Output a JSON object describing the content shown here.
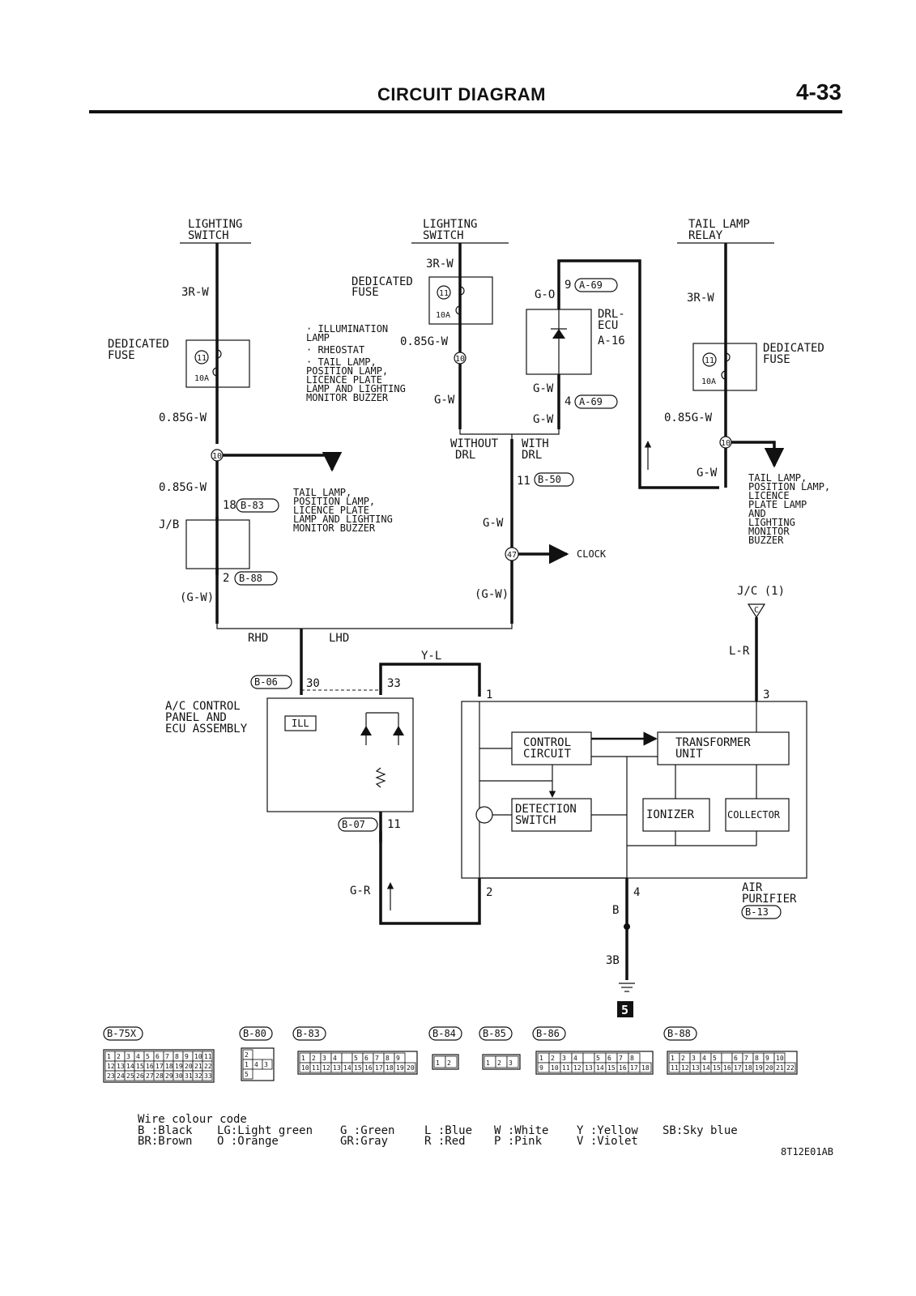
{
  "header": {
    "title": "CIRCUIT DIAGRAM",
    "page": "4-33"
  },
  "left": {
    "switch": [
      "LIGHTING",
      "SWITCH"
    ],
    "wire_top": "3R-W",
    "fuse_label": [
      "DEDICATED",
      "FUSE"
    ],
    "fuse_no": "11",
    "fuse_amp": "10A",
    "wire_mid": "0.85G-W",
    "splice": "10",
    "arrow_dest": [
      "TAIL LAMP,",
      "POSITION LAMP,",
      "LICENCE PLATE",
      "LAMP AND LIGHTING",
      "MONITOR BUZZER"
    ],
    "wire_low": "0.85G-W",
    "pin_top": "18",
    "conn_top": "B-83",
    "jb": "J/B",
    "pin_bot": "2",
    "conn_bot": "B-88",
    "wire_bot": "(G-W)"
  },
  "center": {
    "switch": [
      "LIGHTING",
      "SWITCH"
    ],
    "wire_top": "3R-W",
    "fuse_label": [
      "DEDICATED",
      "FUSE"
    ],
    "fuse_no": "11",
    "fuse_amp": "10A",
    "wire_mid": "0.85G-W",
    "splice": "10",
    "arrow_dest": [
      "· ILLUMINATION",
      "  LAMP",
      "· RHEOSTAT",
      "· TAIL LAMP,",
      "  POSITION LAMP,",
      "  LICENCE PLATE",
      "  LAMP AND LIGHTING",
      "  MONITOR BUZZER"
    ],
    "wire_gw": "G-W",
    "drl_wire_top": "G-O",
    "drl_pin_top": "9",
    "drl_conn": "A-69",
    "drl_name": [
      "DRL-",
      "ECU",
      "A-16"
    ],
    "drl_wire_b": "G-W",
    "drl_pin_bot": "4",
    "drl_wire_c": "G-W",
    "without": [
      "WITHOUT",
      "DRL"
    ],
    "with": [
      "WITH",
      "DRL"
    ],
    "pin_b50": "11",
    "conn_b50": "B-50",
    "wire_b50": "G-W",
    "splice47": "47",
    "clock": "CLOCK",
    "wire_bot": "(G-W)"
  },
  "right": {
    "relay": [
      "TAIL LAMP",
      "RELAY"
    ],
    "wire_top": "3R-W",
    "fuse_label": [
      "DEDICATED",
      "FUSE"
    ],
    "fuse_no": "11",
    "fuse_amp": "10A",
    "wire_mid": "0.85G-W",
    "splice": "10",
    "wire_gw": "G-W",
    "arrow_dest": [
      "TAIL LAMP,",
      "POSITION LAMP,",
      "LICENCE",
      "PLATE LAMP",
      "AND",
      "LIGHTING",
      "MONITOR",
      "BUZZER"
    ],
    "jc": "J/C (1)",
    "jc_letter": "C",
    "wire_lr": "L-R"
  },
  "lower": {
    "rhd": "RHD",
    "lhd": "LHD",
    "conn_b06": "B-06",
    "pin30": "30",
    "pin33": "33",
    "wire_yl": "Y-L",
    "ac_name": [
      "A/C CONTROL",
      "PANEL AND",
      "ECU ASSEMBLY"
    ],
    "ill": "ILL",
    "conn_b07": "B-07",
    "pin11": "11",
    "wire_gr": "G-R",
    "pin1": "1",
    "pin3": "3",
    "pin2": "2",
    "pin4": "4",
    "control": [
      "CONTROL",
      "CIRCUIT"
    ],
    "transformer": [
      "TRANSFORMER",
      "UNIT"
    ],
    "detection": [
      "DETECTION",
      "SWITCH"
    ],
    "ionizer": "IONIZER",
    "collector": "COLLECTOR",
    "air": [
      "AIR",
      "PURIFIER"
    ],
    "conn_b13": "B-13",
    "wire_b": "B",
    "wire_3b": "3B",
    "ground_no": "5"
  },
  "connectors": {
    "labels": [
      "B-75X",
      "B-80",
      "B-83",
      "B-84",
      "B-85",
      "B-86",
      "B-88"
    ],
    "b75_rows": [
      [
        "1",
        "2",
        "3",
        "4",
        "5",
        "6",
        "7",
        "8",
        "9",
        "10",
        "11"
      ],
      [
        "12",
        "13",
        "14",
        "15",
        "16",
        "17",
        "18",
        "19",
        "20",
        "21",
        "22"
      ],
      [
        "23",
        "24",
        "25",
        "26",
        "27",
        "28",
        "29",
        "30",
        "31",
        "32",
        "33"
      ]
    ],
    "b80": [
      "2",
      "1",
      "4",
      "3",
      "5"
    ],
    "b83_rows": [
      [
        "1",
        "2",
        "3",
        "4",
        "",
        "5",
        "6",
        "7",
        "8",
        "9"
      ],
      [
        "10",
        "11",
        "12",
        "13",
        "14",
        "15",
        "16",
        "17",
        "18",
        "19",
        "20"
      ]
    ],
    "b84": [
      "1",
      "2"
    ],
    "b85": [
      "1",
      "2",
      "3"
    ],
    "b86_rows": [
      [
        "1",
        "2",
        "3",
        "4",
        "",
        "5",
        "6",
        "7",
        "8"
      ],
      [
        "9",
        "10",
        "11",
        "12",
        "13",
        "14",
        "15",
        "16",
        "17",
        "18"
      ]
    ],
    "b88_rows": [
      [
        "1",
        "2",
        "3",
        "4",
        "5",
        "",
        "6",
        "7",
        "8",
        "9",
        "10"
      ],
      [
        "11",
        "12",
        "13",
        "14",
        "15",
        "16",
        "17",
        "18",
        "19",
        "20",
        "21",
        "22"
      ]
    ]
  },
  "legend": {
    "title": "Wire colour code",
    "row1": [
      "B :Black",
      "LG:Light green",
      "G :Green",
      "L :Blue",
      "W :White",
      "Y :Yellow",
      "SB:Sky blue"
    ],
    "row2": [
      "BR:Brown",
      "O :Orange",
      "GR:Gray",
      "R :Red",
      "P :Pink",
      "V :Violet"
    ],
    "code": "8T12E01AB"
  }
}
